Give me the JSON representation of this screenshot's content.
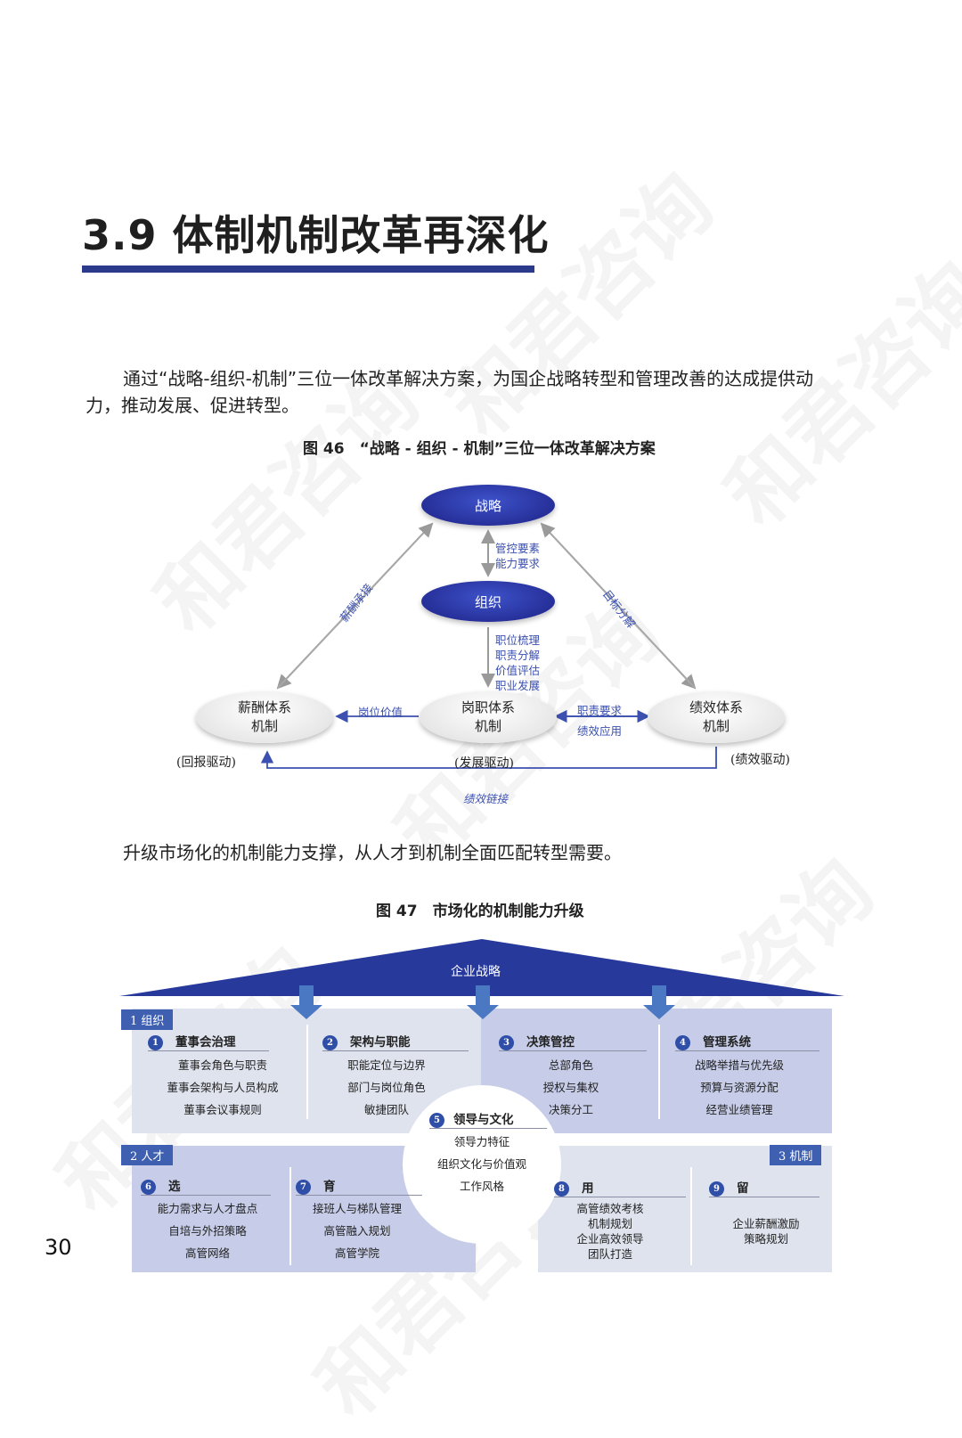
{
  "watermark": "和君咨询",
  "heading": {
    "title": "3.9 体制机制改革再深化"
  },
  "paragraph1": {
    "line1": "通过“战略-组织-机制”三位一体改革解决方案，为国企战略转型和管理改善的达成提供动",
    "line2": "力，推动发展、促进转型。"
  },
  "figure46": {
    "caption": "图 46　“战略 - 组织 - 机制”三位一体改革解决方案",
    "strategy": "战略",
    "organization": "组织",
    "top_label": [
      "管控要素",
      "能力要求"
    ],
    "mid_label": [
      "职位梳理",
      "职责分解",
      "价值评估",
      "职业发展"
    ],
    "left_diag_label": "薪酬承接",
    "right_diag_label": "目标分解",
    "salary": [
      "薪酬体系",
      "机制"
    ],
    "position": [
      "岗职体系",
      "机制"
    ],
    "performance": [
      "绩效体系",
      "机制"
    ],
    "position_value": "岗位价值",
    "duty_req": "职责要求",
    "perf_apply": "绩效应用",
    "return_drive": "(回报驱动)",
    "develop_drive": "(发展驱动)",
    "perf_drive": "(绩效驱动)",
    "perf_link": "绩效链接"
  },
  "paragraph2": {
    "text": "升级市场化的机制能力支撑，从人才到机制全面匹配转型需要。"
  },
  "figure47": {
    "caption": "图 47　市场化的机制能力升级",
    "roof": "企业战略",
    "tag_org": "1 组织",
    "tag_talent": "2 人才",
    "tag_mech": "3 机制",
    "s1": {
      "n": "1",
      "title": "董事会治理",
      "items": [
        "董事会角色与职责",
        "董事会架构与人员构成",
        "董事会议事规则"
      ]
    },
    "s2": {
      "n": "2",
      "title": "架构与职能",
      "items": [
        "职能定位与边界",
        "部门与岗位角色",
        "敏捷团队"
      ]
    },
    "s3": {
      "n": "3",
      "title": "决策管控",
      "items": [
        "总部角色",
        "授权与集权",
        "决策分工"
      ]
    },
    "s4": {
      "n": "4",
      "title": "管理系统",
      "items": [
        "战略举措与优先级",
        "预算与资源分配",
        "经营业绩管理"
      ]
    },
    "s5": {
      "n": "5",
      "title": "领导与文化",
      "items": [
        "领导力特征",
        "组织文化与价值观",
        "工作风格"
      ]
    },
    "s6": {
      "n": "6",
      "title": "选",
      "items": [
        "能力需求与人才盘点",
        "自培与外招策略",
        "高管网络"
      ]
    },
    "s7": {
      "n": "7",
      "title": "育",
      "items": [
        "接班人与梯队管理",
        "高管融入规划",
        "高管学院"
      ]
    },
    "s8": {
      "n": "8",
      "title": "用",
      "items": [
        "高管绩效考核",
        "机制规划",
        "企业高效领导",
        "团队打造"
      ]
    },
    "s9": {
      "n": "9",
      "title": "留",
      "items": [
        "企业薪酬激励",
        "策略规划"
      ]
    }
  },
  "page_number": "30",
  "colors": {
    "accent": "#2c3a8c",
    "blue": "#3f5fb0",
    "panel": "#dfe3ee"
  }
}
